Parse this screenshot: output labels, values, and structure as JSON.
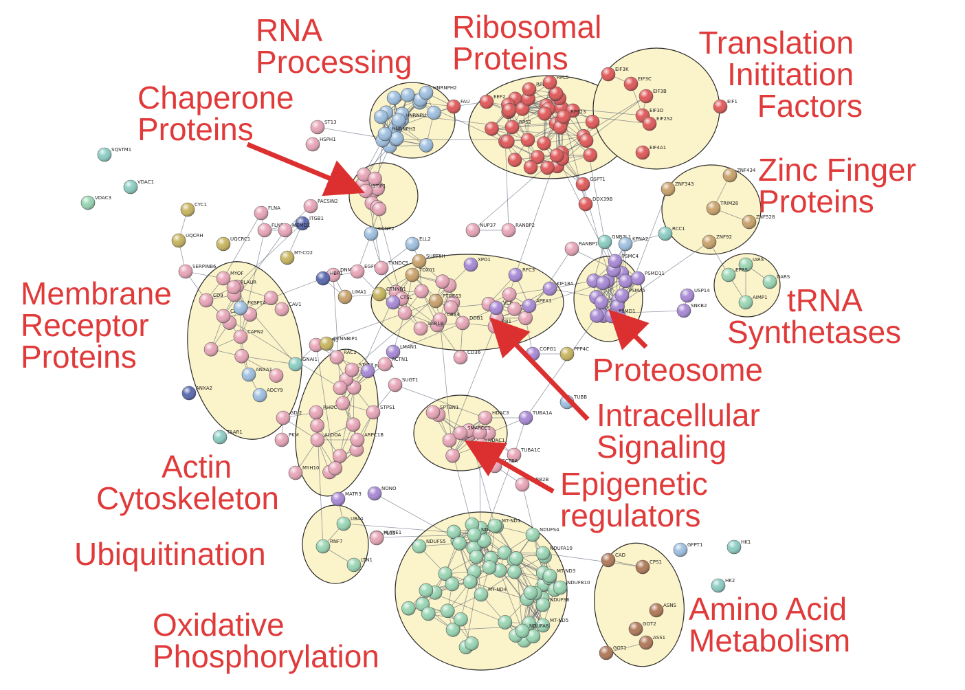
{
  "colors": {
    "label": "#e03a3a",
    "arrow": "#dc3030",
    "hull_fill": "#fbf3c9",
    "hull_stroke": "#2a2a2a",
    "edge": "#3d4560",
    "node_colors": {
      "red": "#e05a5a",
      "blue": "#9fc0e0",
      "pink": "#e8a6b8",
      "purple": "#a98ad6",
      "tan": "#c9a26b",
      "green": "#9ad6b4",
      "olive": "#c8b560",
      "teal": "#8ccdc4",
      "brown": "#b07a5a",
      "navy": "#5a6ab0"
    }
  },
  "cluster_labels": [
    {
      "id": "rna",
      "lines": [
        "RNA",
        "Processing"
      ]
    },
    {
      "id": "ribo",
      "lines": [
        "Ribosomal",
        "Proteins"
      ]
    },
    {
      "id": "transl",
      "lines": [
        "Translation",
        "Inititation",
        "Factors"
      ]
    },
    {
      "id": "chap",
      "lines": [
        "Chaperone",
        "Proteins"
      ]
    },
    {
      "id": "znf",
      "lines": [
        "Zinc Finger",
        "Proteins"
      ]
    },
    {
      "id": "memb",
      "lines": [
        "Membrane",
        "Receptor",
        "Proteins"
      ]
    },
    {
      "id": "trna",
      "lines": [
        "tRNA",
        "Synthetases"
      ]
    },
    {
      "id": "prot",
      "lines": [
        "Proteosome"
      ]
    },
    {
      "id": "intra",
      "lines": [
        "Intracellular",
        "Signaling"
      ]
    },
    {
      "id": "actin",
      "lines": [
        "Actin",
        "Cytoskeleton"
      ]
    },
    {
      "id": "epi",
      "lines": [
        "Epigenetic",
        "regulators"
      ]
    },
    {
      "id": "ubi",
      "lines": [
        "Ubiquitination"
      ]
    },
    {
      "id": "aa",
      "lines": [
        "Amino Acid",
        "Metabolism"
      ]
    },
    {
      "id": "ox",
      "lines": [
        "Oxidative",
        "Phosphorylation"
      ]
    }
  ],
  "nodes": [
    {
      "label": "SQSTM1",
      "c": "teal"
    },
    {
      "label": "VDAC1",
      "c": "teal"
    },
    {
      "label": "VDAC3",
      "c": "green"
    },
    {
      "label": "CYC1",
      "c": "olive"
    },
    {
      "label": "UQCRH",
      "c": "olive"
    },
    {
      "label": "UQCRC1",
      "c": "olive"
    },
    {
      "label": "ST13",
      "c": "pink"
    },
    {
      "label": "HSPH1",
      "c": "pink"
    },
    {
      "label": "FLNA",
      "c": "pink"
    },
    {
      "label": "FLNB",
      "c": "pink"
    },
    {
      "label": "PACSIN2",
      "c": "pink"
    },
    {
      "label": "ITGB1",
      "c": "navy"
    },
    {
      "label": "MEMD1",
      "c": "pink"
    },
    {
      "label": "MT-CO2",
      "c": "olive"
    },
    {
      "label": "STIP1",
      "c": "pink"
    },
    {
      "label": "HNRNPH2",
      "c": "blue"
    },
    {
      "label": "HNRNPU",
      "c": "blue"
    },
    {
      "label": "HNRNPH3",
      "c": "blue"
    },
    {
      "label": "EEF2",
      "c": "red"
    },
    {
      "label": "FAU",
      "c": "red"
    },
    {
      "label": "RPL3",
      "c": "red"
    },
    {
      "label": "RPL5",
      "c": "red"
    },
    {
      "label": "RPS23",
      "c": "red"
    },
    {
      "label": "RPS2",
      "c": "red"
    },
    {
      "label": "EIF3K",
      "c": "red"
    },
    {
      "label": "EIF3C",
      "c": "red"
    },
    {
      "label": "EIF3B",
      "c": "red"
    },
    {
      "label": "EIF3D",
      "c": "red"
    },
    {
      "label": "EIF2S2",
      "c": "red"
    },
    {
      "label": "EIF4A1",
      "c": "red"
    },
    {
      "label": "EIF1",
      "c": "red"
    },
    {
      "label": "GSPT1",
      "c": "red"
    },
    {
      "label": "DDX39B",
      "c": "red"
    },
    {
      "label": "ZNF434",
      "c": "tan"
    },
    {
      "label": "ZNF343",
      "c": "tan"
    },
    {
      "label": "TRIM28",
      "c": "tan"
    },
    {
      "label": "ZNF528",
      "c": "tan"
    },
    {
      "label": "RCC1",
      "c": "teal"
    },
    {
      "label": "ZNF92",
      "c": "tan"
    },
    {
      "label": "GNB2L1",
      "c": "teal"
    },
    {
      "label": "KPNA2",
      "c": "blue"
    },
    {
      "label": "RANBP1",
      "c": "pink"
    },
    {
      "label": "NUP37",
      "c": "pink"
    },
    {
      "label": "RANBP2",
      "c": "pink"
    },
    {
      "label": "CCNT2",
      "c": "blue"
    },
    {
      "label": "ELL2",
      "c": "blue"
    },
    {
      "label": "IARS",
      "c": "green"
    },
    {
      "label": "EPRS",
      "c": "green"
    },
    {
      "label": "DARS",
      "c": "green"
    },
    {
      "label": "AIMP1",
      "c": "green"
    },
    {
      "label": "PSMC4",
      "c": "purple"
    },
    {
      "label": "PSMD11",
      "c": "purple"
    },
    {
      "label": "PSMA5",
      "c": "purple"
    },
    {
      "label": "USP14",
      "c": "purple"
    },
    {
      "label": "SNKB2",
      "c": "purple"
    },
    {
      "label": "PSMD1",
      "c": "purple"
    },
    {
      "label": "SERPINB6",
      "c": "pink"
    },
    {
      "label": "MYOF",
      "c": "pink"
    },
    {
      "label": "PLAUR",
      "c": "pink"
    },
    {
      "label": "CD9",
      "c": "pink"
    },
    {
      "label": "CD63",
      "c": "pink"
    },
    {
      "label": "FKBP1A",
      "c": "blue"
    },
    {
      "label": "CAPN2",
      "c": "pink"
    },
    {
      "label": "CAV1",
      "c": "pink"
    },
    {
      "label": "DNM2",
      "c": "pink"
    },
    {
      "label": "EGFR",
      "c": "pink"
    },
    {
      "label": "HBP1",
      "c": "navy"
    },
    {
      "label": "TXNDC5",
      "c": "pink"
    },
    {
      "label": "SUPT5H",
      "c": "tan"
    },
    {
      "label": "TOX01",
      "c": "tan"
    },
    {
      "label": "XPO1",
      "c": "purple"
    },
    {
      "label": "CTNNB1",
      "c": "olive"
    },
    {
      "label": "LIMA1",
      "c": "tan"
    },
    {
      "label": "PTGES3",
      "c": "tan"
    },
    {
      "label": "CTSL",
      "c": "purple"
    },
    {
      "label": "CBX4",
      "c": "pink"
    },
    {
      "label": "VCP",
      "c": "purple"
    },
    {
      "label": "RFC3",
      "c": "purple"
    },
    {
      "label": "KIF18A",
      "c": "purple"
    },
    {
      "label": "APEX1",
      "c": "purple"
    },
    {
      "label": "DDB1",
      "c": "pink"
    },
    {
      "label": "SAR1B",
      "c": "pink"
    },
    {
      "label": "RB1",
      "c": "pink"
    },
    {
      "label": "PPP4C",
      "c": "olive"
    },
    {
      "label": "COPG1",
      "c": "purple"
    },
    {
      "label": "ANXA2",
      "c": "navy"
    },
    {
      "label": "ANXA1",
      "c": "blue"
    },
    {
      "label": "ADCY9",
      "c": "blue"
    },
    {
      "label": "GNAI1",
      "c": "teal"
    },
    {
      "label": "PTPN1",
      "c": "pink"
    },
    {
      "label": "CTNNBIP1",
      "c": "olive"
    },
    {
      "label": "RAC1",
      "c": "pink"
    },
    {
      "label": "STAT3",
      "c": "pink"
    },
    {
      "label": "LMAN1",
      "c": "purple"
    },
    {
      "label": "POLR1A",
      "c": "purple"
    },
    {
      "label": "ACTN1",
      "c": "pink"
    },
    {
      "label": "CD36",
      "c": "pink"
    },
    {
      "label": "TAAR1",
      "c": "teal"
    },
    {
      "label": "GDI2",
      "c": "pink"
    },
    {
      "label": "PKM",
      "c": "pink"
    },
    {
      "label": "RHOC",
      "c": "pink"
    },
    {
      "label": "ALDOA",
      "c": "pink"
    },
    {
      "label": "MYH10",
      "c": "pink"
    },
    {
      "label": "ARPC1B",
      "c": "pink"
    },
    {
      "label": "STPS1",
      "c": "pink"
    },
    {
      "label": "SUGT1",
      "c": "pink"
    },
    {
      "label": "HDAC3",
      "c": "pink"
    },
    {
      "label": "SMARCC1",
      "c": "pink"
    },
    {
      "label": "HDAC1",
      "c": "pink"
    },
    {
      "label": "SPTBN1",
      "c": "pink"
    },
    {
      "label": "TUBA1A",
      "c": "purple"
    },
    {
      "label": "TUBB",
      "c": "blue"
    },
    {
      "label": "TUBA1C",
      "c": "pink"
    },
    {
      "label": "CCT6A",
      "c": "pink"
    },
    {
      "label": "TUBB2B",
      "c": "pink"
    },
    {
      "label": "MATR3",
      "c": "purple"
    },
    {
      "label": "NONO",
      "c": "purple"
    },
    {
      "label": "UBA1",
      "c": "green"
    },
    {
      "label": "RNF7",
      "c": "green"
    },
    {
      "label": "LTN1",
      "c": "green"
    },
    {
      "label": "HUWE1",
      "c": "pink"
    },
    {
      "label": "PLS3",
      "c": "pink"
    },
    {
      "label": "NDUFB7",
      "c": "green"
    },
    {
      "label": "MT-ND1",
      "c": "green"
    },
    {
      "label": "NDUFS4",
      "c": "green"
    },
    {
      "label": "NDUFA10",
      "c": "green"
    },
    {
      "label": "MT-ND3",
      "c": "green"
    },
    {
      "label": "NDUFB10",
      "c": "green"
    },
    {
      "label": "NDUFS6",
      "c": "green"
    },
    {
      "label": "MT-ND5",
      "c": "green"
    },
    {
      "label": "NDUFS5",
      "c": "green"
    },
    {
      "label": "MT-ND4",
      "c": "green"
    },
    {
      "label": "NDUFA8",
      "c": "green"
    },
    {
      "label": "GFPT1",
      "c": "blue"
    },
    {
      "label": "HK1",
      "c": "teal"
    },
    {
      "label": "HK2",
      "c": "teal"
    },
    {
      "label": "CAD",
      "c": "brown"
    },
    {
      "label": "CPS1",
      "c": "brown"
    },
    {
      "label": "ASNS",
      "c": "brown"
    },
    {
      "label": "GOT2",
      "c": "brown"
    },
    {
      "label": "ASS1",
      "c": "brown"
    },
    {
      "label": "GOT1",
      "c": "brown"
    }
  ]
}
